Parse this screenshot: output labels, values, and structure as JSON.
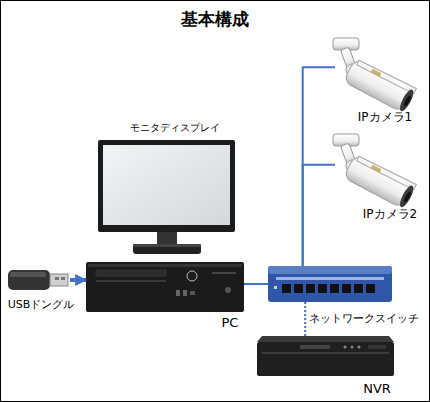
{
  "diagram": {
    "title": "基本構成",
    "nodes": [
      {
        "text": [
          "IPカメラ1"
        ]
      },
      {
        "text": [
          "IPカメラ2"
        ]
      },
      {
        "text": [
          "モニタディスプレイ"
        ]
      },
      {
        "text": [
          "USBドングル"
        ]
      },
      {
        "text": [
          "PC"
        ]
      },
      {
        "text": [
          "ネットワークスイッチ"
        ]
      },
      {
        "text": [
          "NVR"
        ]
      }
    ],
    "edges": [
      {
        "from": 3,
        "to": 4,
        "arrow": "to"
      },
      {
        "from": 4,
        "to": 5,
        "arrow": "none"
      },
      {
        "from": 5,
        "to": 0,
        "arrow": "none"
      },
      {
        "from": 5,
        "to": 1,
        "arrow": "none"
      },
      {
        "from": 5,
        "to": 6,
        "arrow": "none"
      }
    ]
  }
}
